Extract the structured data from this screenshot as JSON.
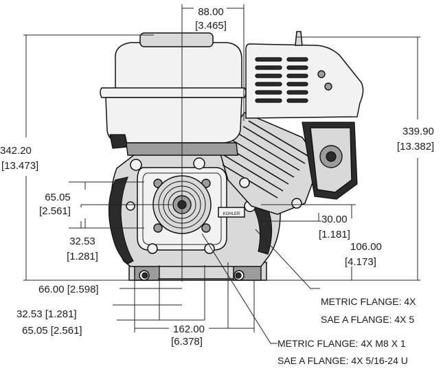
{
  "drawing": {
    "brand_label": "KOHLER",
    "dimensions": {
      "top_offset": {
        "mm": "88.00",
        "in": "[3.465]"
      },
      "overall_height_left": {
        "mm": "342.20",
        "in": "[13.473]"
      },
      "overall_height_right": {
        "mm": "339.90",
        "in": "[13.382]"
      },
      "flange_vertical_outer": {
        "mm": "65.05",
        "in": "[2.561]"
      },
      "flange_vertical_inner": {
        "mm": "32.53",
        "in": "[1.281]"
      },
      "shaft_to_base_offset": {
        "mm": "30.00",
        "in": "[1.181]"
      },
      "shaft_height": {
        "mm": "106.00",
        "in": "[4.173]"
      },
      "base_half_width": {
        "mm": "66.00",
        "in": "[2.598]"
      },
      "flange_horizontal_inner": {
        "mm": "32.53",
        "in": "[1.281]"
      },
      "flange_horizontal_outer": {
        "mm": "65.05",
        "in": "[2.561]"
      },
      "base_width": {
        "mm": "162.00",
        "in": "[6.378]"
      }
    },
    "notes": {
      "upper_metric": "METRIC FLANGE: 4X",
      "upper_sae": "SAE A FLANGE: 4X 5",
      "lower_metric": "METRIC FLANGE: 4X M8 X 1",
      "lower_sae": "SAE A FLANGE: 4X 5/16-24 U"
    }
  }
}
